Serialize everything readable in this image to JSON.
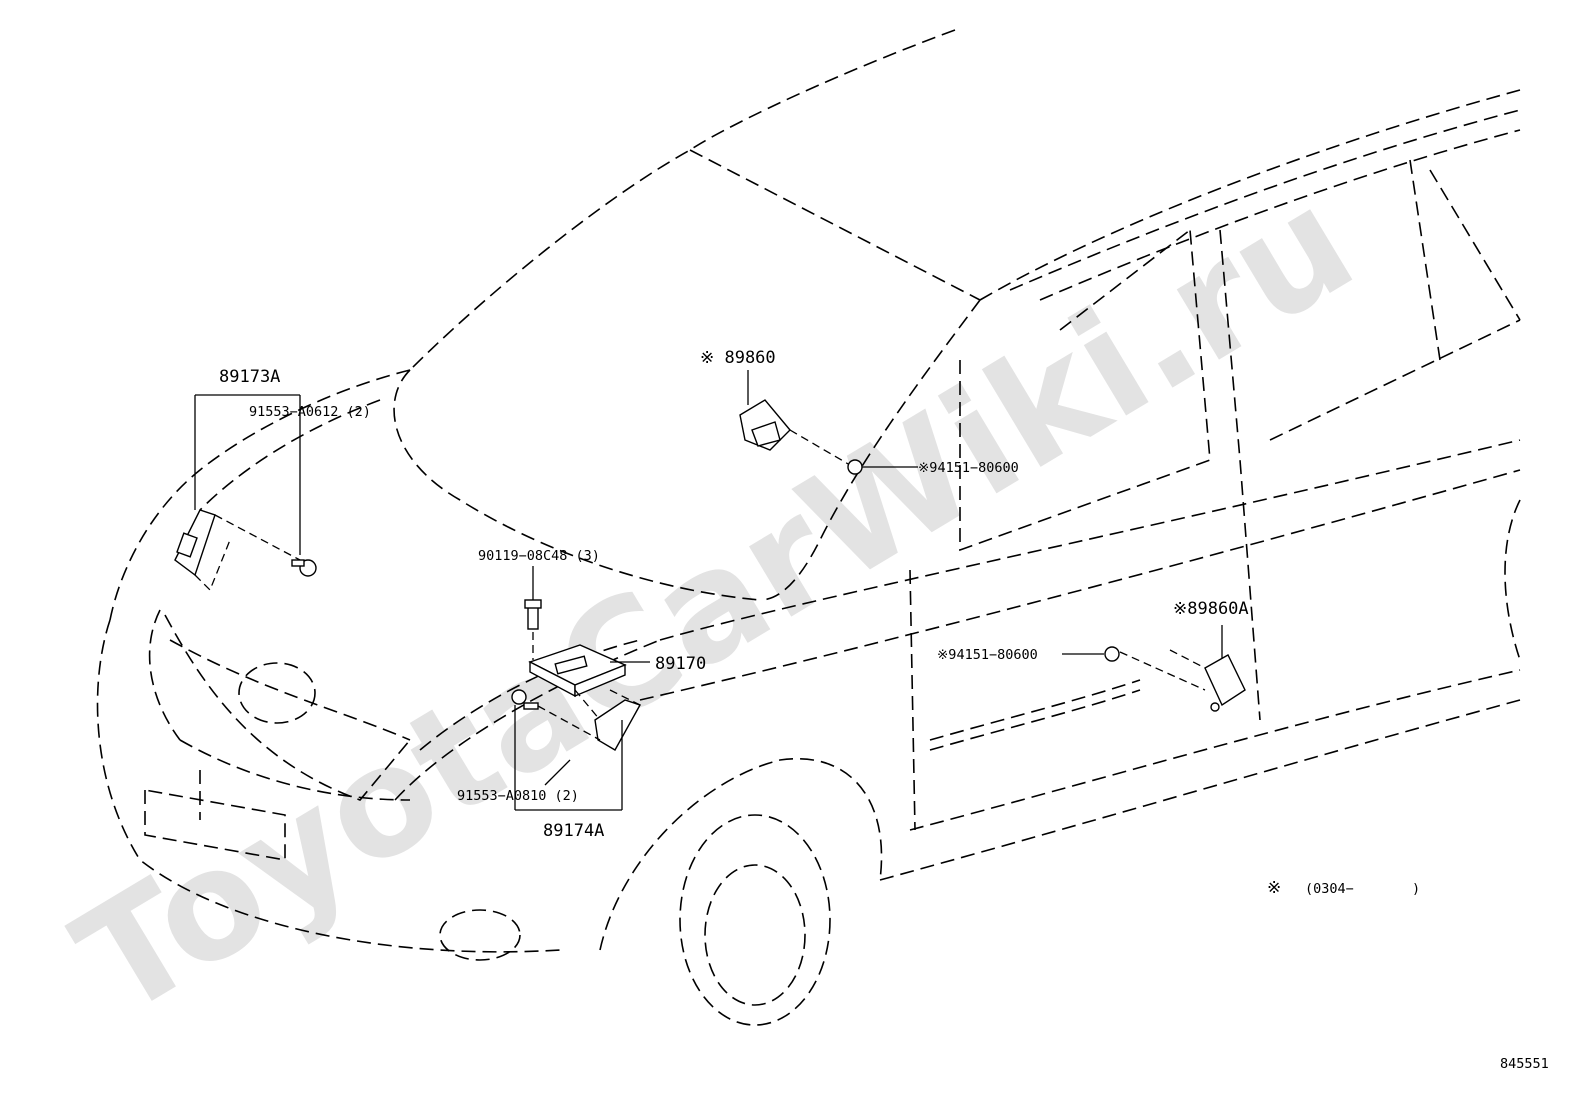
{
  "watermark": "ToyotaCarWiki.ru",
  "labels": {
    "p89173A": "89173A",
    "p91553_A0612": "91553−A0612 (2)",
    "p89860": "※ 89860",
    "p94151_top": "※94151−80600",
    "p90119": "90119−08C48 (3)",
    "p89170": "89170",
    "p89860A": "※89860A",
    "p94151_mid": "※94151−80600",
    "p91553_A0810": "91553−A0810 (2)",
    "p89174A": "89174A",
    "legend_mark": "※",
    "legend_range": "(0304−",
    "legend_close": ")",
    "diagram_id": "845551"
  }
}
